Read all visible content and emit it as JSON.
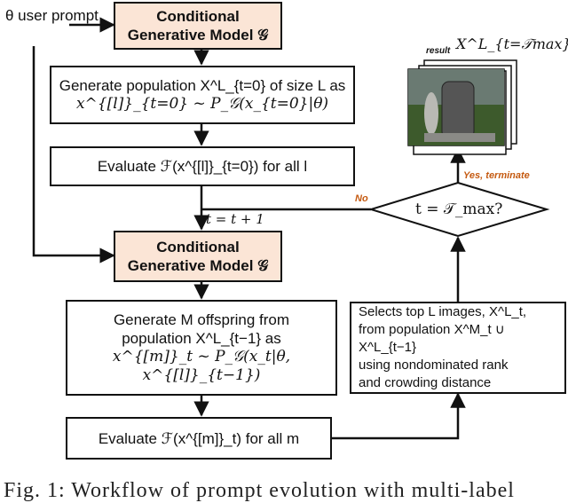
{
  "input_label": "θ user prompt",
  "model_box_1": {
    "line1": "Conditional",
    "line2": "Generative Model 𝒢"
  },
  "model_box_2": {
    "line1": "Conditional",
    "line2": "Generative Model 𝒢"
  },
  "generate_box": {
    "line1": "Generate population X^L_{t=0} of size L as",
    "line2": "x^{[l]}_{t=0} ~ P_𝒢(x_{t=0}|θ)"
  },
  "evaluate_box_1": "Evaluate ℱ(x^{[l]}_{t=0}) for all l",
  "increment_label": "t = t + 1",
  "decision": "t = 𝒯_max?",
  "no_label": "No",
  "yes_label": "Yes, terminate",
  "result_label": "result",
  "result_math": "X^L_{t=𝒯max}",
  "offspring_box": {
    "line1": "Generate M offspring from",
    "line2": "population X^L_{t−1} as",
    "line3": "x^{[m]}_t ~ P_𝒢(x_t|θ, x^{[l]}_{t−1})"
  },
  "evaluate_box_2": "Evaluate ℱ(x^{[m]}_t) for all m",
  "select_box": {
    "line1": "Selects top L images, X^L_t,",
    "line2": "from population X^M_t ∪ X^L_{t−1}",
    "line3": "using nondominated rank",
    "line4": "and crowding distance"
  },
  "caption": "Fig. 1: Workflow of prompt evolution with multi-label",
  "colors": {
    "model_fill": "#fbe5d6",
    "annotation": "#c55a11"
  }
}
